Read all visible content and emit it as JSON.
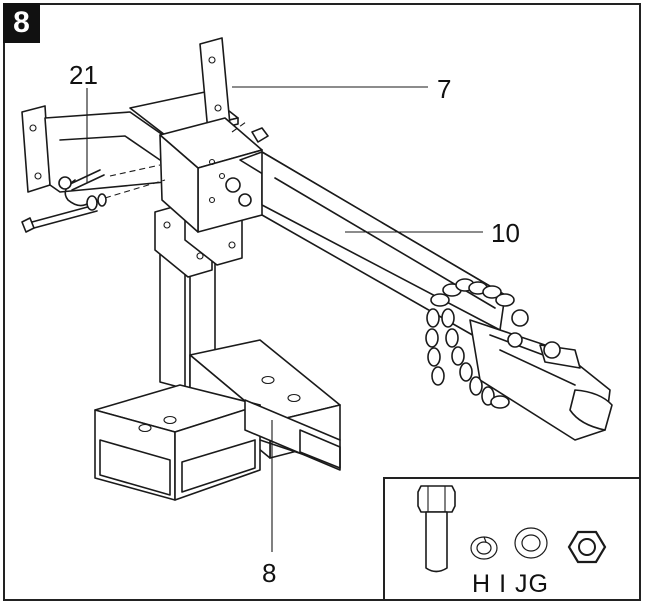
{
  "step": {
    "number": "8"
  },
  "callouts": {
    "part_21": "21",
    "part_7": "7",
    "part_10": "10",
    "part_8": "8"
  },
  "hardware": {
    "letters": {
      "h": "H",
      "i": "I",
      "j": "J",
      "g": "G"
    },
    "icons": [
      "bolt-icon",
      "lock-washer-icon",
      "flat-washer-icon",
      "hex-nut-icon"
    ]
  },
  "colors": {
    "line": "#1a1a1a",
    "badge": "#111111",
    "background": "#ffffff"
  }
}
